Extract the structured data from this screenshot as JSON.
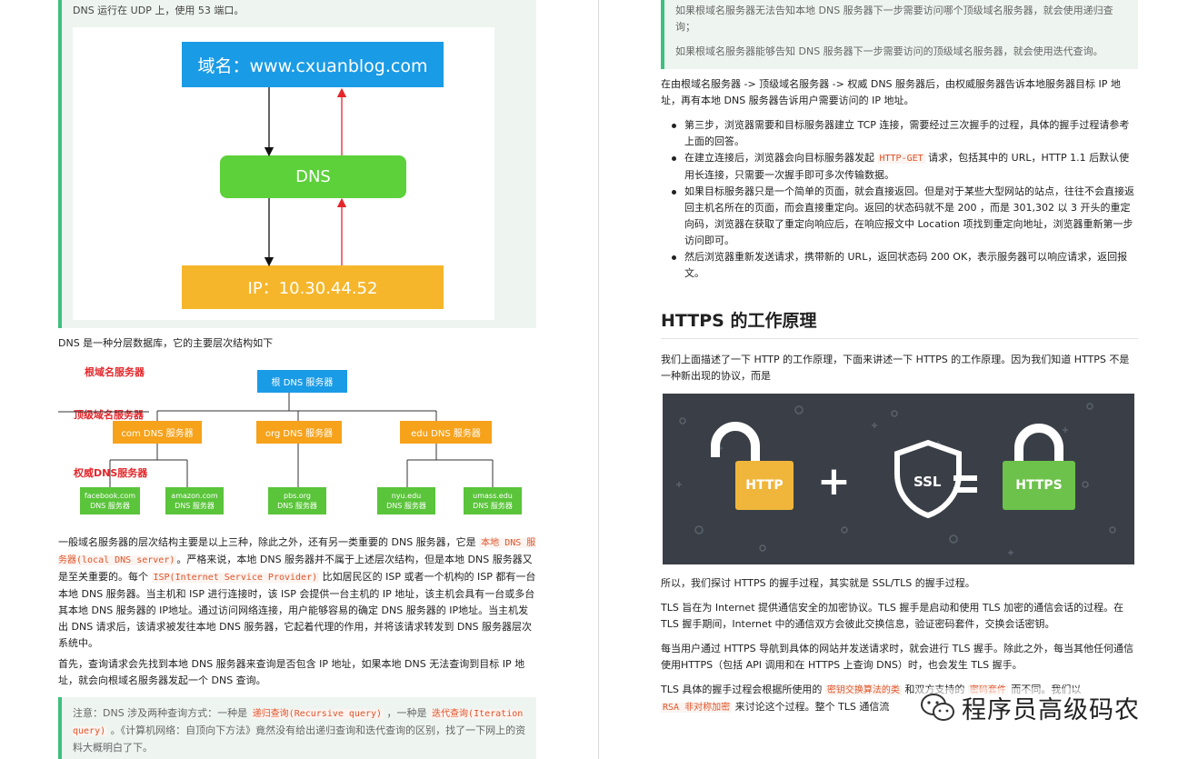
{
  "left": {
    "quote_top_text": "DNS 运行在 UDP 上，使用 53 端口。",
    "dns_figure": {
      "domain_box": "域名：www.cxuanblog.com",
      "dns_box": "DNS",
      "ip_box": "IP：10.30.44.52"
    },
    "hierarchy_intro": "DNS 是一种分层数据库，它的主要层次结构如下",
    "tree": {
      "level_root": "根域名服务器",
      "level_tld": "顶级域名服务器",
      "level_auth": "权威DNS服务器",
      "root_node": "根 DNS 服务器",
      "tld_nodes": [
        "com DNS 服务器",
        "org DNS 服务器",
        "edu DNS 服务器"
      ],
      "auth_nodes": [
        {
          "name": "facebook.com",
          "sub": "DNS 服务器"
        },
        {
          "name": "amazon.com",
          "sub": "DNS 服务器"
        },
        {
          "name": "pbs.org",
          "sub": "DNS 服务器"
        },
        {
          "name": "nyu.edu",
          "sub": "DNS 服务器"
        },
        {
          "name": "umass.edu",
          "sub": "DNS 服务器"
        }
      ]
    },
    "para1": {
      "a": "一般域名服务器的层次结构主要是以上三种，除此之外，还有另一类重要的 DNS 服务器，它是 ",
      "code1": "本地 DNS 服务器(local DNS server)",
      "b": "。严格来说，本地 DNS 服务器并不属于上述层次结构，但是本地 DNS 服务器又是至关重要的。每个 ",
      "code2": "ISP(Internet Service Provider)",
      "c": " 比如居民区的 ISP 或者一个机构的 ISP 都有一台本地 DNS 服务器。当主机和 ISP 进行连接时，该 ISP 会提供一台主机的 IP 地址，该主机会具有一台或多台其本地 DNS 服务器的 IP地址。通过访问网络连接，用户能够容易的确定 DNS 服务器的 IP地址。当主机发出 DNS 请求后，该请求被发往本地 DNS 服务器，它起着代理的作用，并将该请求转发到 DNS 服务器层次系统中。"
    },
    "para2": "首先，查询请求会先找到本地 DNS 服务器来查询是否包含 IP 地址，如果本地 DNS 无法查询到目标 IP 地址，就会向根域名服务器发起一个 DNS 查询。",
    "note": {
      "a": "注意：DNS 涉及两种查询方式：一种是 ",
      "code1": "递归查询(Recursive query)",
      "b": " ，一种是 ",
      "code2": "迭代查询(Iteration query)",
      "c": " 。《计算机网络：自顶向下方法》竟然没有给出递归查询和迭代查询的区别，找了一下网上的资料大概明白了下。"
    }
  },
  "right": {
    "quote_lines": [
      "如果根域名服务器无法告知本地 DNS 服务器下一步需要访问哪个顶级域名服务器，就会使用递归查询；",
      "如果根域名服务器能够告知 DNS 服务器下一步需要访问的顶级域名服务器，就会使用迭代查询。"
    ],
    "para_flow": "在由根域名服务器 -> 顶级域名服务器 -> 权威 DNS 服务器后，由权威服务器告诉本地服务器目标 IP 地址，再有本地 DNS 服务器告诉用户需要访问的 IP 地址。",
    "bullets": {
      "b1": "第三步，浏览器需要和目标服务器建立 TCP 连接，需要经过三次握手的过程，具体的握手过程请参考上面的回答。",
      "b2a": "在建立连接后，浏览器会向目标服务器发起 ",
      "b2code": "HTTP-GET",
      "b2b": " 请求，包括其中的 URL，HTTP 1.1 后默认使用长连接，只需要一次握手即可多次传输数据。",
      "b3": "如果目标服务器只是一个简单的页面，就会直接返回。但是对于某些大型网站的站点，往往不会直接返回主机名所在的页面，而会直接重定向。返回的状态码就不是 200 ，而是 301,302 以 3 开头的重定向码，浏览器在获取了重定向响应后，在响应报文中 Location 项找到重定向地址，浏览器重新第一步访问即可。",
      "b4": "然后浏览器重新发送请求，携带新的 URL，返回状态码 200 OK，表示服务器可以响应请求，返回报文。"
    },
    "heading": "HTTPS 的工作原理",
    "intro": "我们上面描述了一下 HTTP 的工作原理，下面来讲述一下 HTTPS 的工作原理。因为我们知道 HTTPS 不是一种新出现的协议，而是",
    "banner": {
      "http": "HTTP",
      "plus": "+",
      "ssl": "SSL",
      "equals": "=",
      "https": "HTTPS"
    },
    "para_tls1": "所以，我们探讨 HTTPS 的握手过程，其实就是 SSL/TLS 的握手过程。",
    "para_tls2": "TLS 旨在为 Internet 提供通信安全的加密协议。TLS 握手是启动和使用 TLS 加密的通信会话的过程。在 TLS 握手期间，Internet 中的通信双方会彼此交换信息，验证密码套件，交换会话密钥。",
    "para_tls3": "每当用户通过 HTTPS 导航到具体的网站并发送请求时，就会进行 TLS 握手。除此之外，每当其他任何通信使用HTTPS（包括 API 调用和在 HTTPS 上查询 DNS）时，也会发生 TLS 握手。",
    "para_tls4": {
      "a": "TLS 具体的握手过程会根据所使用的 ",
      "code1": "密钥交换算法的类",
      "b": " 和双方支持的 ",
      "code2": "密码套件",
      "c": " 而不同。我们以",
      "code3": "RSA 非对称加密",
      "d": " 来讨论这个过程。整个 TLS 通信流"
    },
    "watermark": "程序员高级码农"
  },
  "colors": {
    "accent_green": "#3fbf7f",
    "blue": "#1a9be6",
    "dns_green": "#5cd13a",
    "ip_yellow": "#f6b62b",
    "code_red": "#e2542a",
    "banner_bg": "#3a3f47"
  }
}
